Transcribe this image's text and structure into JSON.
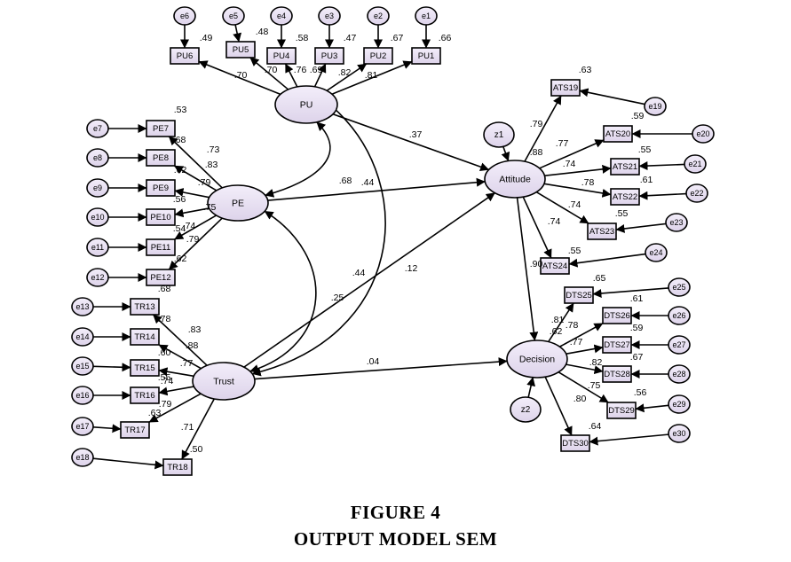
{
  "latent": [
    {
      "id": "PU",
      "label": "PU"
    },
    {
      "id": "PE",
      "label": "PE"
    },
    {
      "id": "Trust",
      "label": "Trust"
    },
    {
      "id": "Attitude",
      "label": "Attitude"
    },
    {
      "id": "Decision",
      "label": "Decision"
    }
  ],
  "disturbances": [
    {
      "id": "z1",
      "label": "z1",
      "target": "Attitude"
    },
    {
      "id": "z2",
      "label": "z2",
      "target": "Decision"
    }
  ],
  "indicators": [
    {
      "id": "PU6",
      "label": "PU6",
      "factor": "PU",
      "error": "e6",
      "loading": ".70",
      "r2": ".49"
    },
    {
      "id": "PU5",
      "label": "PU5",
      "factor": "PU",
      "error": "e5",
      "loading": ".70",
      "r2": ".48"
    },
    {
      "id": "PU4",
      "label": "PU4",
      "factor": "PU",
      "error": "e4",
      "loading": ".76",
      "r2": ".58"
    },
    {
      "id": "PU3",
      "label": "PU3",
      "factor": "PU",
      "error": "e3",
      "loading": ".69",
      "r2": ".47"
    },
    {
      "id": "PU2",
      "label": "PU2",
      "factor": "PU",
      "error": "e2",
      "loading": ".82",
      "r2": ".67"
    },
    {
      "id": "PU1",
      "label": "PU1",
      "factor": "PU",
      "error": "e1",
      "loading": ".81",
      "r2": ".66"
    },
    {
      "id": "PE7",
      "label": "PE7",
      "factor": "PE",
      "error": "e7",
      "loading": ".73",
      "r2": ".53"
    },
    {
      "id": "PE8",
      "label": "PE8",
      "factor": "PE",
      "error": "e8",
      "loading": ".83",
      "r2": ".68"
    },
    {
      "id": "PE9",
      "label": "PE9",
      "factor": "PE",
      "error": "e9",
      "loading": ".79",
      "r2": ".62"
    },
    {
      "id": "PE10",
      "label": "PE10",
      "factor": "PE",
      "error": "e10",
      "loading": ".75",
      "r2": ".56"
    },
    {
      "id": "PE11",
      "label": "PE11",
      "factor": "PE",
      "error": "e11",
      "loading": ".74",
      "r2": ".54"
    },
    {
      "id": "PE12",
      "label": "PE12",
      "factor": "PE",
      "error": "e12",
      "loading": ".79",
      "r2": ".62"
    },
    {
      "id": "TR13",
      "label": "TR13",
      "factor": "Trust",
      "error": "e13",
      "loading": ".83",
      "r2": ".68"
    },
    {
      "id": "TR14",
      "label": "TR14",
      "factor": "Trust",
      "error": "e14",
      "loading": ".88",
      "r2": ".78"
    },
    {
      "id": "TR15",
      "label": "TR15",
      "factor": "Trust",
      "error": "e15",
      "loading": ".77",
      "r2": ".60"
    },
    {
      "id": "TR16",
      "label": "TR16",
      "factor": "Trust",
      "error": "e16",
      "loading": ".74",
      "r2": ".55"
    },
    {
      "id": "TR17",
      "label": "TR17",
      "factor": "Trust",
      "error": "e17",
      "loading": ".79",
      "r2": ".63"
    },
    {
      "id": "TR18",
      "label": "TR18",
      "factor": "Trust",
      "error": "e18",
      "loading": ".71",
      "r2": ".50"
    },
    {
      "id": "ATS19",
      "label": "ATS19",
      "factor": "Attitude",
      "error": "e19",
      "loading": ".79",
      "r2": ".63"
    },
    {
      "id": "ATS20",
      "label": "ATS20",
      "factor": "Attitude",
      "error": "e20",
      "loading": ".77",
      "r2": ".59"
    },
    {
      "id": "ATS21",
      "label": "ATS21",
      "factor": "Attitude",
      "error": "e21",
      "loading": ".74",
      "r2": ".55"
    },
    {
      "id": "ATS22",
      "label": "ATS22",
      "factor": "Attitude",
      "error": "e22",
      "loading": ".78",
      "r2": ".61"
    },
    {
      "id": "ATS23",
      "label": "ATS23",
      "factor": "Attitude",
      "error": "e23",
      "loading": ".74",
      "r2": ".55"
    },
    {
      "id": "ATS24",
      "label": "ATS24",
      "factor": "Attitude",
      "error": "e24",
      "loading": ".74",
      "r2": ".55"
    },
    {
      "id": "DTS25",
      "label": "DTS25",
      "factor": "Decision",
      "error": "e25",
      "loading": ".81",
      "r2": ".65"
    },
    {
      "id": "DTS26",
      "label": "DTS26",
      "factor": "Decision",
      "error": "e26",
      "loading": ".78",
      "r2": ".61"
    },
    {
      "id": "DTS27",
      "label": "DTS27",
      "factor": "Decision",
      "error": "e27",
      "loading": ".77",
      "r2": ".59"
    },
    {
      "id": "DTS28",
      "label": "DTS28",
      "factor": "Decision",
      "error": "e28",
      "loading": ".82",
      "r2": ".67"
    },
    {
      "id": "DTS29",
      "label": "DTS29",
      "factor": "Decision",
      "error": "e29",
      "loading": ".75",
      "r2": ".56"
    },
    {
      "id": "DTS30",
      "label": "DTS30",
      "factor": "Decision",
      "error": "e30",
      "loading": ".80",
      "r2": ".64"
    }
  ],
  "structural": [
    {
      "from": "PU",
      "to": "Attitude",
      "value": ".37"
    },
    {
      "from": "PE",
      "to": "Attitude",
      "value": ".44"
    },
    {
      "from": "Trust",
      "to": "Attitude",
      "value": ".44"
    },
    {
      "from": "Trust",
      "to": "Decision",
      "value": ".04"
    },
    {
      "from": "Attitude",
      "to": "Decision",
      "value": ".90"
    },
    {
      "from": "PU",
      "to": "Trust",
      "value": ".12"
    }
  ],
  "covariances": [
    {
      "a": "PU",
      "b": "PE",
      "value": ".68"
    },
    {
      "a": "PE",
      "b": "Trust",
      "value": ".25"
    }
  ],
  "r2_values": {
    "Attitude": ".88",
    "Decision": ".62"
  },
  "caption": {
    "line1": "FIGURE 4",
    "line2": "OUTPUT MODEL SEM"
  },
  "colors": {
    "node_fill": "#e6dff0",
    "stroke": "#000000",
    "text": "#000000"
  }
}
